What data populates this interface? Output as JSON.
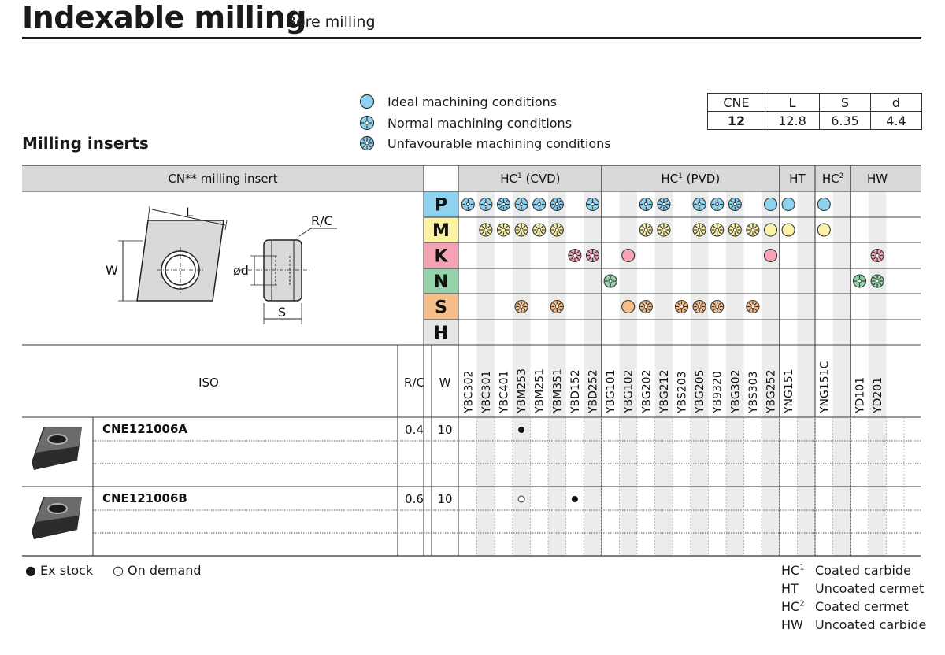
{
  "header": {
    "title": "Indexable milling",
    "subtitle": "Bore milling"
  },
  "section_title": "Milling inserts",
  "legend": [
    {
      "label": "Ideal machining conditions",
      "icon": "ideal-condition-icon"
    },
    {
      "label": "Normal machining conditions",
      "icon": "normal-condition-icon"
    },
    {
      "label": "Unfavourable machining conditions",
      "icon": "unfavourable-condition-icon"
    }
  ],
  "dimensions": {
    "headers": [
      "CNE",
      "L",
      "S",
      "d"
    ],
    "values": [
      "12",
      "12.8",
      "6.35",
      "4.4"
    ]
  },
  "table": {
    "insert_header": "CN** milling insert",
    "groups": [
      {
        "label": "HC",
        "sup": "1",
        "suffix": " (CVD)"
      },
      {
        "label": "HC",
        "sup": "1",
        "suffix": " (PVD)"
      },
      {
        "label": "HT",
        "sup": "",
        "suffix": ""
      },
      {
        "label": "HC",
        "sup": "2",
        "suffix": ""
      },
      {
        "label": "HW",
        "sup": "",
        "suffix": ""
      }
    ],
    "materials": [
      {
        "code": "P",
        "color": "#8dd3f0"
      },
      {
        "code": "M",
        "color": "#fcf2a6"
      },
      {
        "code": "K",
        "color": "#f5a3b4"
      },
      {
        "code": "N",
        "color": "#94d3aa"
      },
      {
        "code": "S",
        "color": "#f6be8b"
      },
      {
        "code": "H",
        "color": "#e6e6e6"
      }
    ],
    "grades": [
      "YBC302",
      "YBC301",
      "YBC401",
      "YBM253",
      "YBM251",
      "YBM351",
      "YBD152",
      "YBD252",
      "YBG101",
      "YBG102",
      "YBG202",
      "YBG212",
      "YBS203",
      "YBG205",
      "YB9320",
      "YBG302",
      "YBS303",
      "YBG252",
      "YNG151",
      "",
      "YNG151C",
      "",
      "YD101",
      "YD201"
    ],
    "application": {
      "P": [
        "n",
        "n",
        "u",
        "n",
        "n",
        "u",
        "",
        "n",
        "",
        "",
        "n",
        "u",
        "",
        "n",
        "n",
        "u",
        "",
        "i",
        "i",
        "",
        "i",
        "",
        "",
        ""
      ],
      "M": [
        "",
        "u",
        "u",
        "u",
        "u",
        "u",
        "",
        "",
        "",
        "",
        "u",
        "u",
        "",
        "u",
        "u",
        "u",
        "u",
        "i",
        "i",
        "",
        "i",
        "",
        "",
        ""
      ],
      "K": [
        "",
        "",
        "",
        "",
        "",
        "",
        "u",
        "u",
        "",
        "i",
        "",
        "",
        "",
        "",
        "",
        "",
        "",
        "i",
        "",
        "",
        "",
        "",
        "",
        "u"
      ],
      "N": [
        "",
        "",
        "",
        "",
        "",
        "",
        "",
        "",
        "n",
        "",
        "",
        "",
        "",
        "",
        "",
        "",
        "",
        "",
        "",
        "",
        "",
        "",
        "n",
        "u"
      ],
      "S": [
        "",
        "",
        "",
        "u",
        "",
        "u",
        "",
        "",
        "",
        "i",
        "u",
        "",
        "u",
        "u",
        "u",
        "",
        "u",
        "",
        "",
        "",
        "",
        "",
        "",
        ""
      ],
      "H": [
        "",
        "",
        "",
        "",
        "",
        "",
        "",
        "",
        "",
        "",
        "",
        "",
        "",
        "",
        "",
        "",
        "",
        "",
        "",
        "",
        "",
        "",
        "",
        ""
      ]
    },
    "drawing_labels": {
      "L": "L",
      "W": "W",
      "RC": "R/C",
      "d": "ød",
      "S": "S"
    },
    "col_headers": {
      "iso": "ISO",
      "rc": "R/C",
      "w": "W"
    },
    "rows": [
      {
        "iso": "CNE121006A",
        "rc": "0.4",
        "w": "10",
        "marks": {
          "YBM253": "stock"
        }
      },
      {
        "iso": "CNE121006B",
        "rc": "0.6",
        "w": "10",
        "marks": {
          "YBM253": "demand",
          "YBD152": "stock"
        }
      }
    ]
  },
  "stock_legend": {
    "ex_stock": "● Ex stock",
    "on_demand": "○ On demand"
  },
  "type_legend": [
    {
      "code": "HC",
      "sup": "1",
      "desc": "Coated carbide"
    },
    {
      "code": "HT",
      "sup": "",
      "desc": "Uncoated cermet"
    },
    {
      "code": "HC",
      "sup": "2",
      "desc": "Coated cermet"
    },
    {
      "code": "HW",
      "sup": "",
      "desc": "Uncoated carbide"
    }
  ]
}
